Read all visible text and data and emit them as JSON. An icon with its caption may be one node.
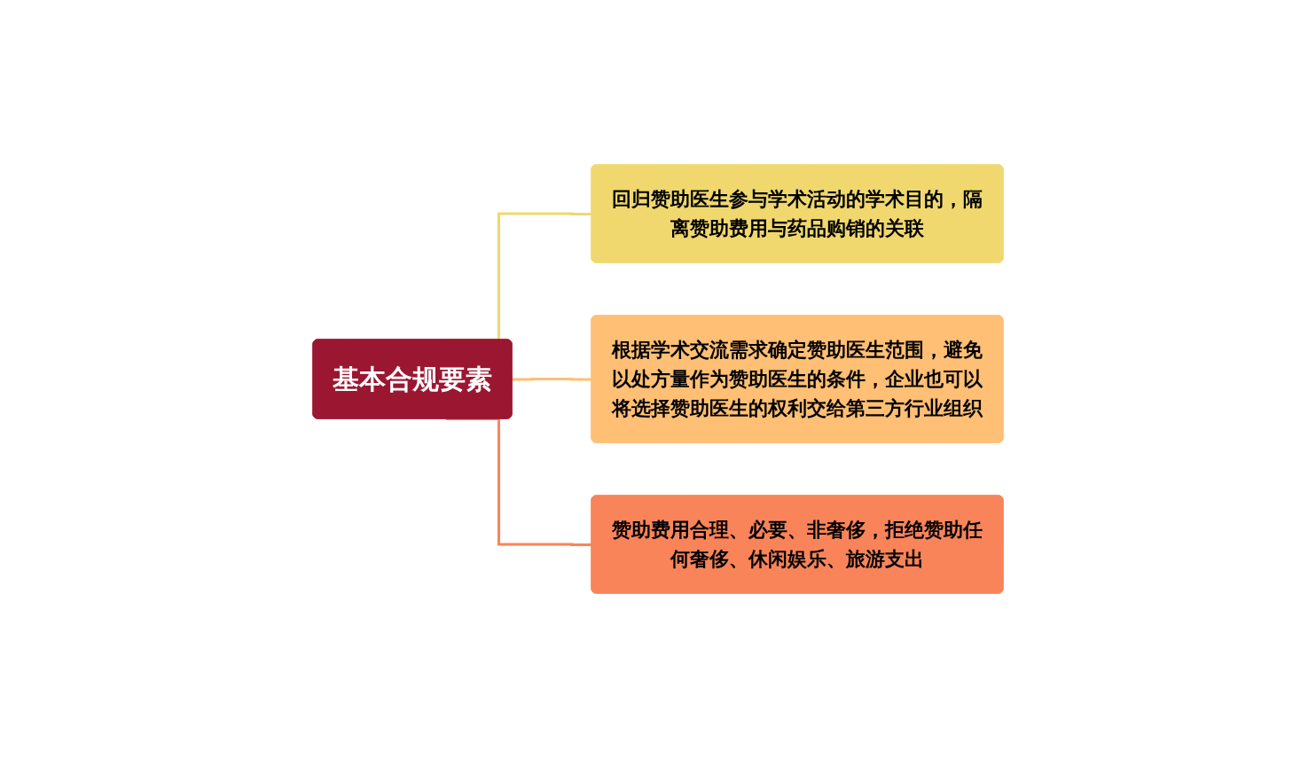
{
  "diagram": {
    "nodes": [
      {
        "text": [
          "基本合规要素"
        ]
      },
      {
        "text": [
          "回归赞助医生参与学术活动的学术目的，隔离赞助费用与药品购销的关联"
        ]
      },
      {
        "text": [
          "根据学术交流需求确定赞助医生范围，避免以处方量作为赞助医生的条件，企业也可以将选择赞助医生的权利交给第三方行业组织"
        ]
      },
      {
        "text": [
          "赞助费用合理、必要、非奢侈，拒绝赞助任何奢侈、休闲娱乐、旅游支出"
        ]
      }
    ],
    "edges": [
      {
        "from": 0,
        "to": 1,
        "arrow": "none",
        "color": "#f0d86e"
      },
      {
        "from": 0,
        "to": 2,
        "arrow": "none",
        "color": "#ffbf75"
      },
      {
        "from": 0,
        "to": 3,
        "arrow": "none",
        "color": "#f9845a"
      }
    ]
  }
}
